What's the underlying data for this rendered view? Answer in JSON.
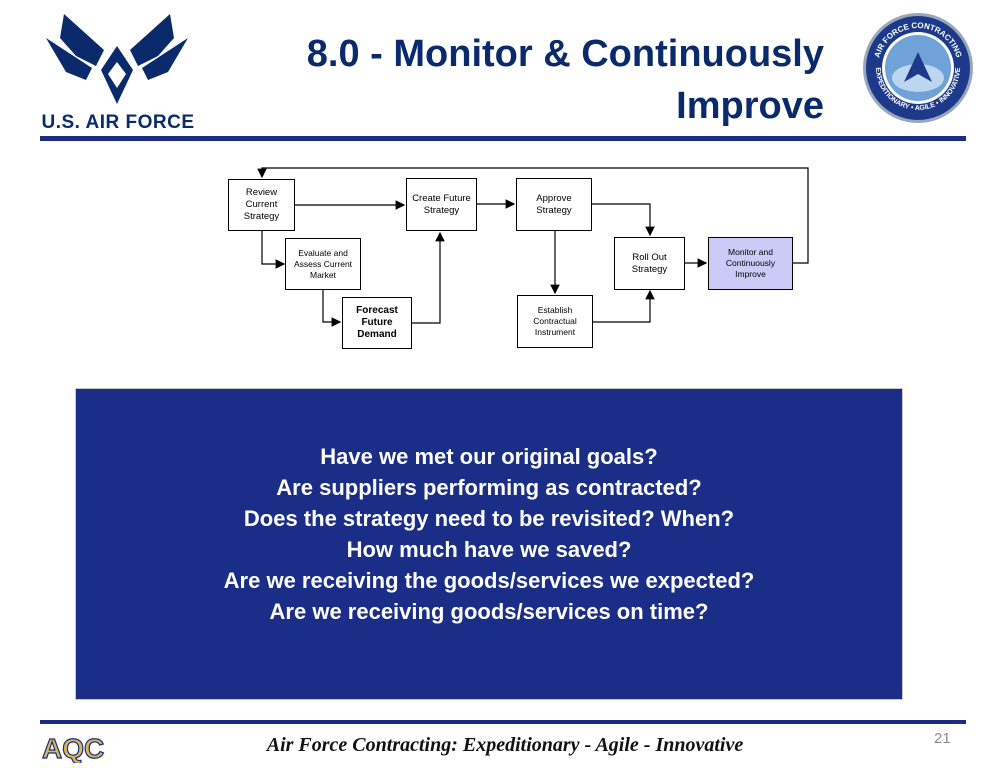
{
  "header": {
    "title_line1": "8.0 - Monitor & Continuously",
    "title_line2": "Improve",
    "logo_text": "U.S. AIR FORCE",
    "seal": {
      "top_text": "AIR FORCE CONTRACTING",
      "bottom_text": "EXPEDITIONARY • AGILE • INNOVATIVE"
    }
  },
  "flow": {
    "steps": {
      "review": "Review Current Strategy",
      "evaluate": "Evaluate and Assess Current Market",
      "forecast": "Forecast Future Demand",
      "create": "Create Future Strategy",
      "approve": "Approve Strategy",
      "establish": "Establish Contractual Instrument",
      "rollout": "Roll Out Strategy",
      "monitor": "Monitor and Continuously Improve"
    }
  },
  "questions": [
    "Have we met our original goals?",
    "Are suppliers performing as contracted?",
    "Does the strategy need to be revisited?  When?",
    "How much have we saved?",
    "Are we receiving the goods/services we expected?",
    "Are we receiving goods/services on time?"
  ],
  "footer": {
    "logo_text": "AQC",
    "tagline": "Air Force Contracting: Expeditionary - Agile - Innovative",
    "page_number": "21"
  },
  "colors": {
    "navy": "#1a2e88",
    "title": "#0a2a6b",
    "monitor_highlight": "#cbcbf7"
  }
}
